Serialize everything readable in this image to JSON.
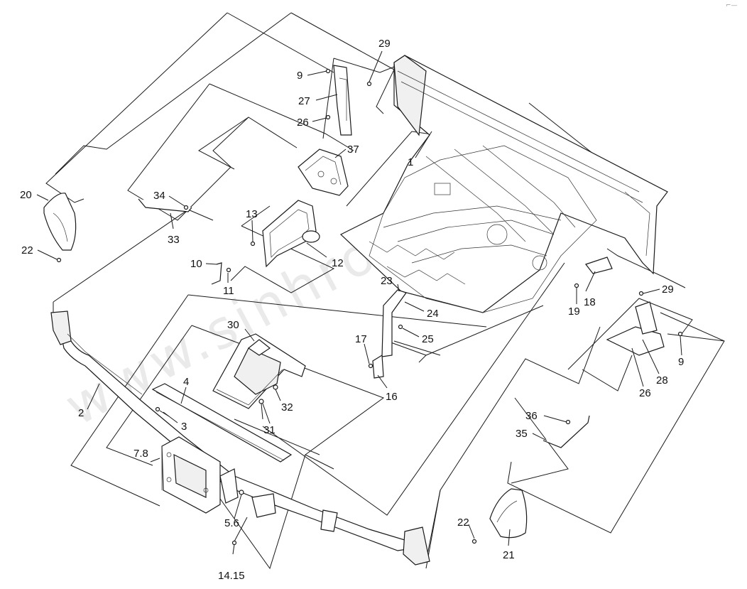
{
  "watermark": "www.sinhro.kz",
  "corner_mark": "⌐—",
  "callouts": [
    {
      "id": "c29a",
      "text": "29"
    },
    {
      "id": "c9a",
      "text": "9"
    },
    {
      "id": "c27",
      "text": "27"
    },
    {
      "id": "c26a",
      "text": "26"
    },
    {
      "id": "c37",
      "text": "37"
    },
    {
      "id": "c1",
      "text": "1"
    },
    {
      "id": "c20",
      "text": "20"
    },
    {
      "id": "c22a",
      "text": "22"
    },
    {
      "id": "c34",
      "text": "34"
    },
    {
      "id": "c33",
      "text": "33"
    },
    {
      "id": "c13",
      "text": "13"
    },
    {
      "id": "c12",
      "text": "12"
    },
    {
      "id": "c10",
      "text": "10"
    },
    {
      "id": "c11",
      "text": "11"
    },
    {
      "id": "c23",
      "text": "23"
    },
    {
      "id": "c24",
      "text": "24"
    },
    {
      "id": "c25",
      "text": "25"
    },
    {
      "id": "c17",
      "text": "17"
    },
    {
      "id": "c16",
      "text": "16"
    },
    {
      "id": "c30",
      "text": "30"
    },
    {
      "id": "c32",
      "text": "32"
    },
    {
      "id": "c31",
      "text": "31"
    },
    {
      "id": "c2",
      "text": "2"
    },
    {
      "id": "c4",
      "text": "4"
    },
    {
      "id": "c3",
      "text": "3"
    },
    {
      "id": "c78",
      "text": "7.8"
    },
    {
      "id": "c56",
      "text": "5.6"
    },
    {
      "id": "c1415",
      "text": "14.15"
    },
    {
      "id": "c18",
      "text": "18"
    },
    {
      "id": "c19",
      "text": "19"
    },
    {
      "id": "c29b",
      "text": "29"
    },
    {
      "id": "c9b",
      "text": "9"
    },
    {
      "id": "c28",
      "text": "28"
    },
    {
      "id": "c26b",
      "text": "26"
    },
    {
      "id": "c36",
      "text": "36"
    },
    {
      "id": "c35",
      "text": "35"
    },
    {
      "id": "c22b",
      "text": "22"
    },
    {
      "id": "c21",
      "text": "21"
    }
  ]
}
